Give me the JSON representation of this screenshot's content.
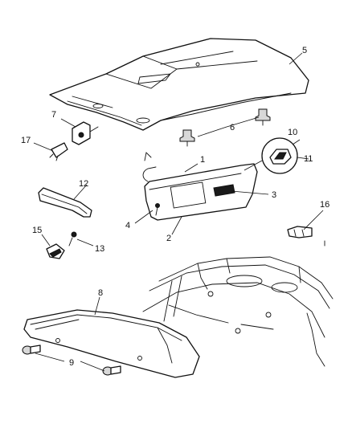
{
  "callouts": [
    {
      "id": "1",
      "text": "1"
    },
    {
      "id": "2",
      "text": "2"
    },
    {
      "id": "3",
      "text": "3"
    },
    {
      "id": "4",
      "text": "4"
    },
    {
      "id": "5",
      "text": "5"
    },
    {
      "id": "6",
      "text": "6"
    },
    {
      "id": "7",
      "text": "7"
    },
    {
      "id": "8",
      "text": "8"
    },
    {
      "id": "9",
      "text": "9"
    },
    {
      "id": "10",
      "text": "10"
    },
    {
      "id": "11",
      "text": "11"
    },
    {
      "id": "12",
      "text": "12"
    },
    {
      "id": "13",
      "text": "13"
    },
    {
      "id": "15",
      "text": "15"
    },
    {
      "id": "16",
      "text": "16"
    },
    {
      "id": "17",
      "text": "17"
    }
  ],
  "colors": {
    "line": "#111111",
    "background": "#ffffff"
  }
}
